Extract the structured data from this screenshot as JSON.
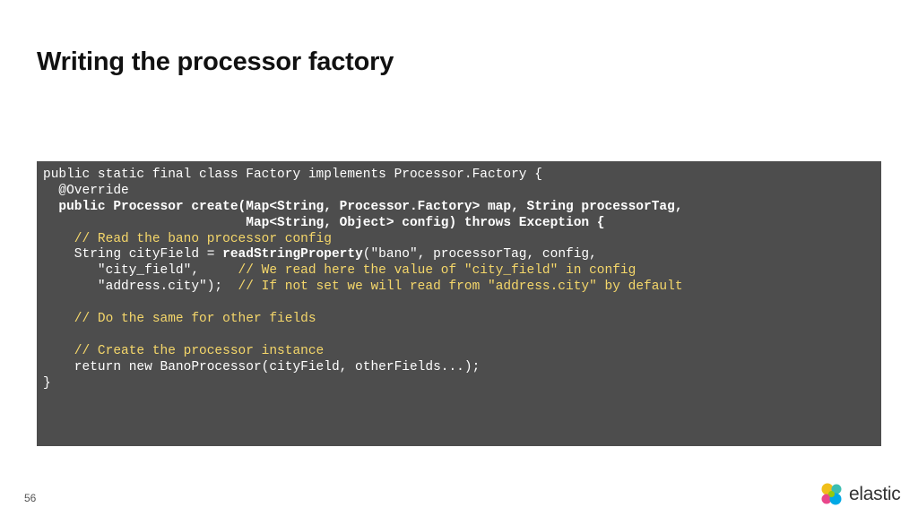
{
  "slide": {
    "title": "Writing the processor factory",
    "page_number": "56"
  },
  "code": {
    "l1": "public static final class Factory implements Processor.Factory {",
    "l2": "  @Override",
    "l3": "  public Processor create(Map<String, Processor.Factory> map, String processorTag,",
    "l4": "                          Map<String, Object> config) throws Exception {",
    "l5": "    // Read the bano processor config",
    "l6_a": "    String cityField = ",
    "l6_b": "readStringProperty",
    "l6_c": "(\"bano\", processorTag, config,",
    "l7_a": "       \"city_field\",     ",
    "l7_b": "// We read here the value of \"city_field\" in config",
    "l8_a": "       \"address.city\");  ",
    "l8_b": "// If not set we will read from \"address.city\" by default",
    "l9": "    // Do the same for other fields",
    "l10": "    // Create the processor instance",
    "l11": "    return new BanoProcessor(cityField, otherFields...);",
    "l12": "}"
  },
  "logo": {
    "text": "elastic",
    "icon": "elastic-logo-icon"
  },
  "colors": {
    "code_background": "#4d4d4d",
    "comment": "#f5d76a",
    "code_text": "#ffffff"
  }
}
